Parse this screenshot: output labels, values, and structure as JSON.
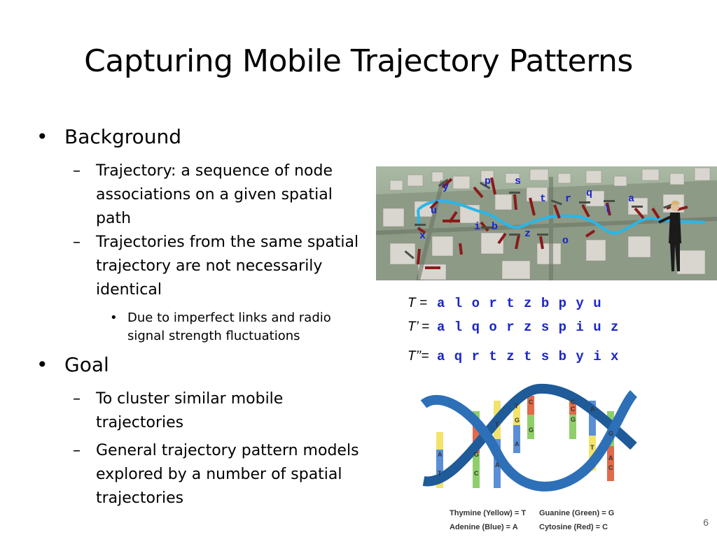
{
  "title": "Capturing Mobile Trajectory Patterns",
  "bullets": {
    "background": "Background",
    "trajectory_def": "Trajectory: a sequence of node associations on a given spatial path",
    "not_identical": "Trajectories from the same spatial trajectory are not necessarily identical",
    "imperfect": "Due to imperfect links and radio signal strength fluctuations",
    "goal": "Goal",
    "cluster": "To cluster similar mobile trajectories",
    "general": "General trajectory pattern models explored by a number of spatial trajectories"
  },
  "map_labels": [
    "y",
    "p",
    "s",
    "q",
    "t",
    "r",
    "a",
    "u",
    "l",
    "x",
    "i",
    "b",
    "z",
    "o"
  ],
  "sequences": [
    {
      "label": "T  =",
      "value": "a l o r t z b p y u"
    },
    {
      "label": "T’ =",
      "value": "a l q o r z s p i u z"
    },
    {
      "label": "T’’=",
      "value": "a q r t z t s b y i x"
    }
  ],
  "dna_letters": [
    "T",
    "C",
    "C",
    "A",
    "G",
    "G",
    "T",
    "C",
    "G",
    "A",
    "A",
    "G",
    "T",
    "A",
    "G",
    "C",
    "T",
    "A",
    "C"
  ],
  "legend": {
    "thymine": "Thymine (Yellow) = T",
    "guanine": "Guanine (Green)  =  G",
    "adenine": "Adenine (Blue) = A",
    "cytosine": "Cytosine (Red)  =  C"
  },
  "page_number": "6",
  "colors": {
    "sequence_text": "#1b26c9",
    "path": "#29b6e8",
    "link": "#8b1a1a"
  }
}
